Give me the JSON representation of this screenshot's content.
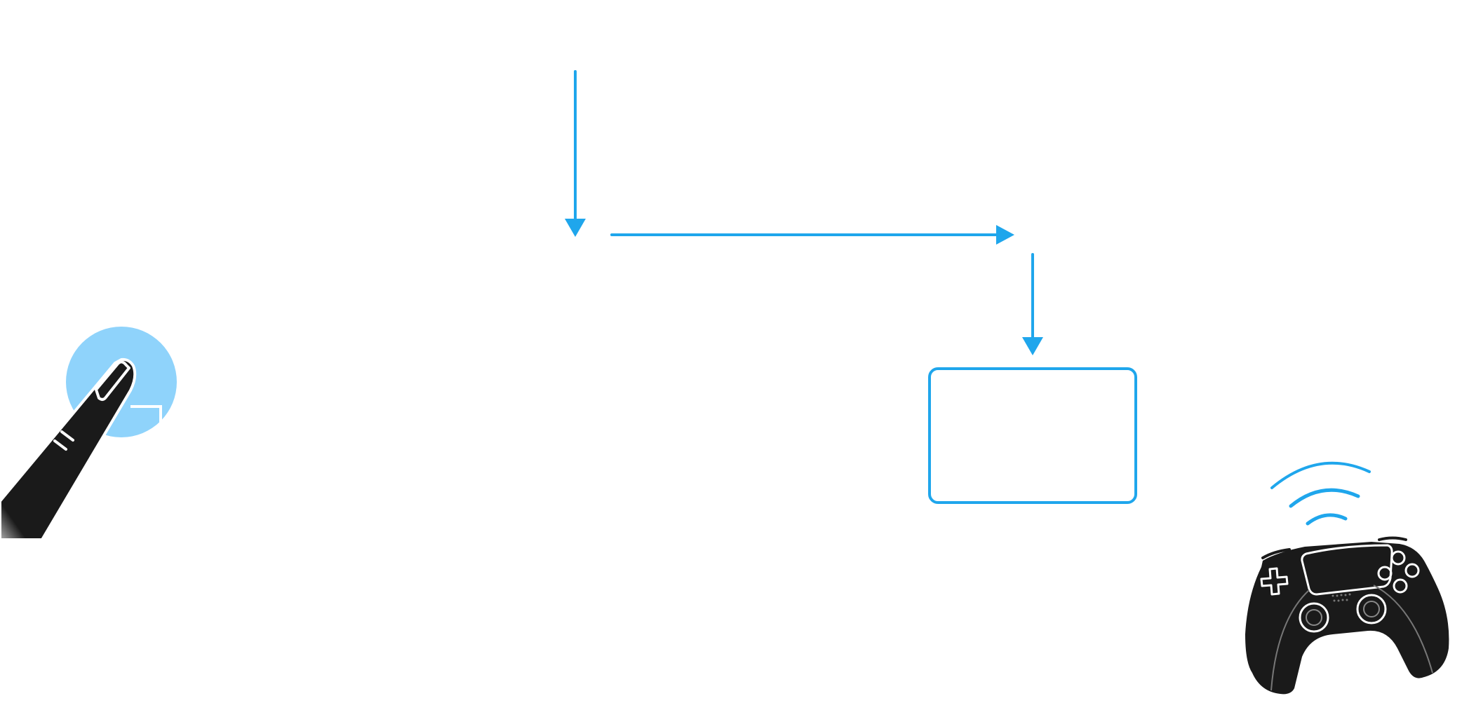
{
  "diagram": {
    "accent_color": "#1fa6ec",
    "touch_circle_color": "#8fd3fb",
    "ink_color": "#1a1a1a",
    "nodes": [
      {
        "id": "finger-tap",
        "icon": "finger-tap-icon",
        "label": ""
      },
      {
        "id": "target-box",
        "icon": "rounded-rectangle",
        "label": ""
      },
      {
        "id": "game-controller",
        "icon": "game-controller-icon",
        "label": ""
      }
    ],
    "connectors": [
      {
        "id": "arrow-down-1",
        "direction": "down"
      },
      {
        "id": "arrow-right",
        "direction": "right"
      },
      {
        "id": "arrow-down-2",
        "direction": "down"
      }
    ],
    "signal": {
      "icon": "wireless-signal-icon",
      "waves": 3
    }
  }
}
